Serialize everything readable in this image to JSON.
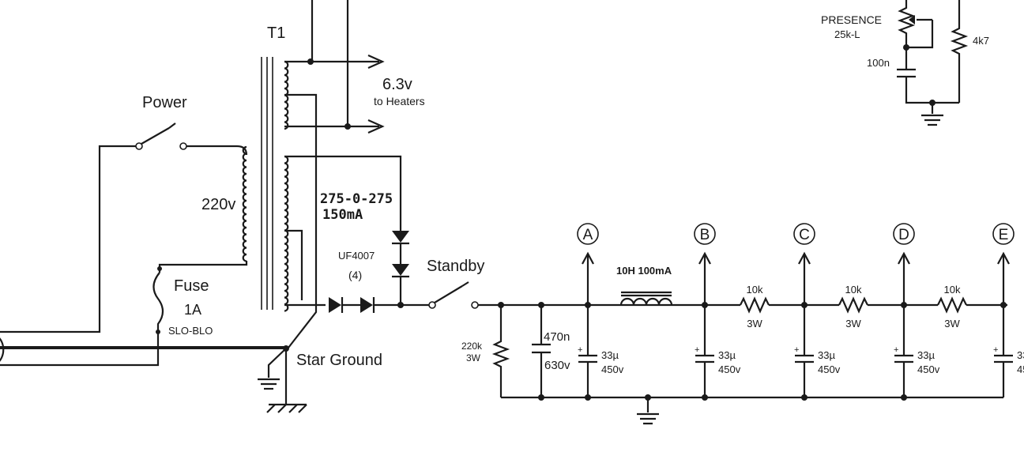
{
  "labels": {
    "t1": "T1",
    "power": "Power",
    "v220": "220v",
    "heater_v": "6.3v",
    "heater_to": "to Heaters",
    "ht_rating": "275-0-275",
    "ht_current": "150mA",
    "diode": "UF4007",
    "diode_count": "(4)",
    "standby": "Standby",
    "fuse": "Fuse",
    "fuse_rating": "1A",
    "fuse_type": "SLO-BLO",
    "star_ground": "Star Ground",
    "choke": "10H 100mA",
    "bleed_r": "220k",
    "bleed_w": "3W",
    "cap_470": "470n",
    "cap_630": "630v",
    "presence": "PRESENCE",
    "presence_val": "25k-L",
    "cap_100n": "100n",
    "r_4k7": "4k7"
  },
  "nodes": [
    "A",
    "B",
    "C",
    "D",
    "E"
  ],
  "filter_caps": [
    {
      "value": "33µ",
      "voltage": "450v"
    },
    {
      "value": "33µ",
      "voltage": "450v"
    },
    {
      "value": "33µ",
      "voltage": "450v"
    },
    {
      "value": "33µ",
      "voltage": "450v"
    },
    {
      "value": "33",
      "voltage": "45"
    }
  ],
  "series_resistors": [
    {
      "value": "10k",
      "watts": "3W"
    },
    {
      "value": "10k",
      "watts": "3W"
    },
    {
      "value": "10k",
      "watts": "3W"
    }
  ],
  "colors": {
    "ink": "#1a1a1a",
    "background": "#ffffff"
  }
}
